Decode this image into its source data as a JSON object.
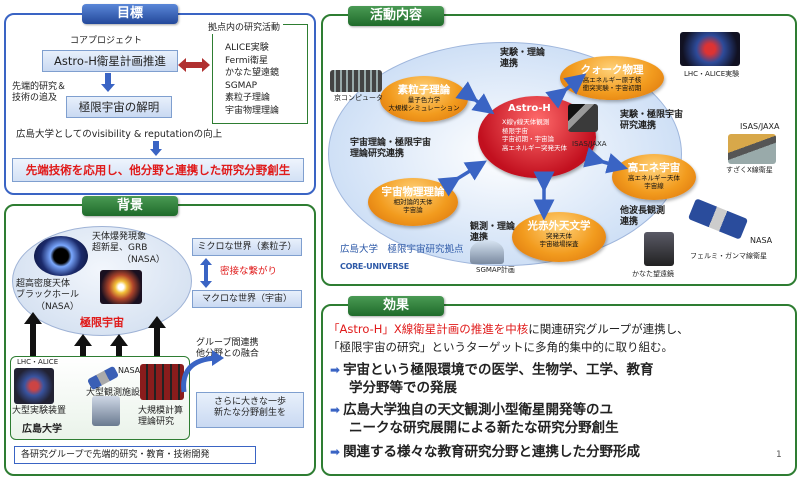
{
  "goal": {
    "tab": "目標",
    "core_project": "コアプロジェクト",
    "astro_h_box": "Astro-H衛星計画推進",
    "pursuit_1": "先端的研究＆",
    "pursuit_2": "技術の追及",
    "extreme_box": "極限宇宙の解明",
    "visibility": "広島大学としてのvisibility & reputationの向上",
    "bottom": "先端技術を応用し、他分野と連携した研究分野創生",
    "activities_title": "拠点内の研究活動",
    "activities": [
      "ALICE実験",
      "Fermi衛星",
      "かなた望遠鏡",
      "SGMAP",
      "素粒子理論",
      "宇宙物理理論"
    ]
  },
  "background": {
    "tab": "背景",
    "phenomena_1": "天体爆発現象",
    "phenomena_2": "超新星、GRB",
    "phenomena_3": "（NASA）",
    "blackhole_1": "超高密度天体",
    "blackhole_2": "ブラックホール",
    "blackhole_3": "（NASA）",
    "extreme": "極限宇宙",
    "micro": "ミクロな世界（素粒子）",
    "connection": "密接な繋がり",
    "macro": "マクロな世界（宇宙）",
    "lhc": "LHC・ALICE",
    "nasa": "NASA",
    "large_experiment": "大型実験装置",
    "large_observation": "大型観測施設",
    "large_computing_1": "大規模計算",
    "large_computing_2": "理論研究",
    "hiroshima": "広島大学",
    "group_1": "グループ間連携",
    "group_2": "他分野との融合",
    "further_1": "さらに大きな一歩",
    "further_2": "新たな分野創生を",
    "footer": "各研究グループで先端的研究・教育・技術開発"
  },
  "activity": {
    "tab": "活動内容",
    "center_title": "Astro-H",
    "center_items": [
      "X線γ線天体観測",
      "極限宇宙",
      "宇宙初期・宇宙論",
      "高エネルギー突発天体"
    ],
    "center_note": "ISAS/JAXA",
    "particle": {
      "title": "素粒子理論",
      "sub": [
        "量子色力学",
        "大規模シミュレーション"
      ]
    },
    "quark": {
      "title": "クォーク物理",
      "sub": [
        "高エネルギー原子核",
        "衝突実験・宇宙初期"
      ]
    },
    "astro_theory": {
      "title": "宇宙物理理論",
      "sub": [
        "相対論的天体",
        "宇宙論"
      ]
    },
    "high_energy": {
      "title": "高エネ宇宙",
      "sub": [
        "高エネルギー天体",
        "宇宙線"
      ]
    },
    "optical": {
      "title": "光赤外天文学",
      "sub": [
        "突発天体",
        "宇宙磁場探査"
      ]
    },
    "link_1": [
      "実験・理論",
      "連携"
    ],
    "link_2": [
      "宇宙理論・極限宇宙",
      "理論研究連携"
    ],
    "link_3": [
      "実験・極限宇宙",
      "研究連携"
    ],
    "link_4": [
      "観測・理論",
      "連携"
    ],
    "link_5": [
      "他波長観測",
      "連携"
    ],
    "supercomputer": "京コンピュータ",
    "lhc_alice": "LHC・ALICE実験",
    "isas": "ISAS/JAXA",
    "suzaku": "すざくX線衛星",
    "nasa": "NASA",
    "fermi": "フェルミ・ガンマ線衛星",
    "sgmap": "SGMAP計画",
    "kanata": "かなた望遠鏡",
    "hub": "広島大学　極限宇宙研究拠点",
    "core_universe": "CORE-UNIVERSE"
  },
  "effect": {
    "tab": "効果",
    "intro_red": "「Astro-H」X線衛星計画の推進を中核",
    "intro_rest": "に関連研究グループが連携し、",
    "intro_2": "「極限宇宙の研究」というターゲットに多角的集中的に取り組む。",
    "bullets": [
      [
        "宇宙という極限環境での医学、生物学、工学、教育",
        "学分野等での発展"
      ],
      [
        "広島大学独自の天文観測小型衛星開発等のユ",
        "ニークな研究展開による新たな研究分野創生"
      ],
      [
        "関連する様々な教育研究分野と連携した分野形成"
      ]
    ]
  },
  "page_number": "1",
  "colors": {
    "green": "#2e7d32",
    "blue": "#3a64c4",
    "red": "#e01a1a",
    "orange": "#f29b1e",
    "arrow": "#3a64c4"
  }
}
